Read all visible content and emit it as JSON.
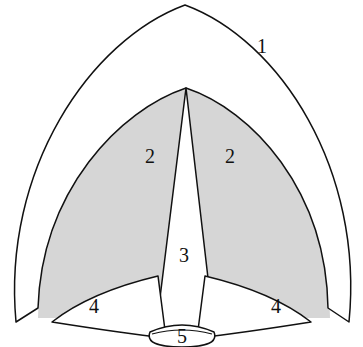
{
  "diagram": {
    "labels": [
      "1",
      "2",
      "2",
      "3",
      "4",
      "4",
      "5"
    ]
  }
}
